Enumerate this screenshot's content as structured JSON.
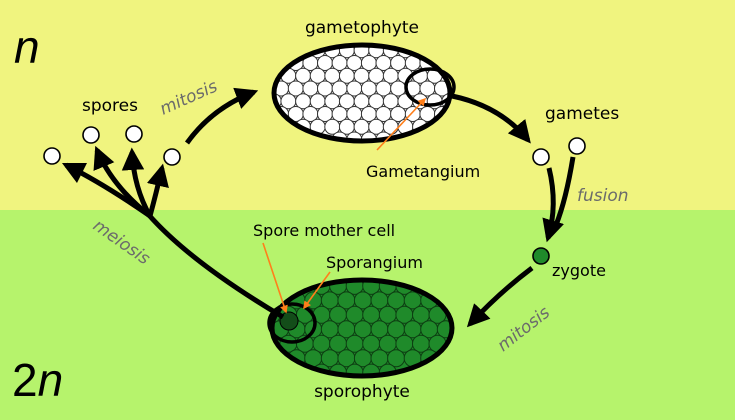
{
  "zones": {
    "haploid": {
      "label": "n",
      "color": "#f0f47f"
    },
    "diploid": {
      "label": "2n",
      "label_number": "2",
      "label_italic": "n",
      "color": "#b6f36c"
    }
  },
  "structures": {
    "gametophyte": "gametophyte",
    "gametangium": "Gametangium",
    "gametes": "gametes",
    "zygote": "zygote",
    "sporophyte": "sporophyte",
    "sporangium": "Sporangium",
    "spore_mother_cell": "Spore mother cell",
    "spores": "spores"
  },
  "processes": {
    "mitosis_top": "mitosis",
    "fusion": "fusion",
    "mitosis_bottom": "mitosis",
    "meiosis": "meiosis"
  },
  "colors": {
    "haploid_cell": "#ffffff",
    "diploid_cell": "#1f8a2a",
    "spore_mother_cell": "#134d19",
    "pointer": "#ff7f1a",
    "arrow": "#000000"
  }
}
